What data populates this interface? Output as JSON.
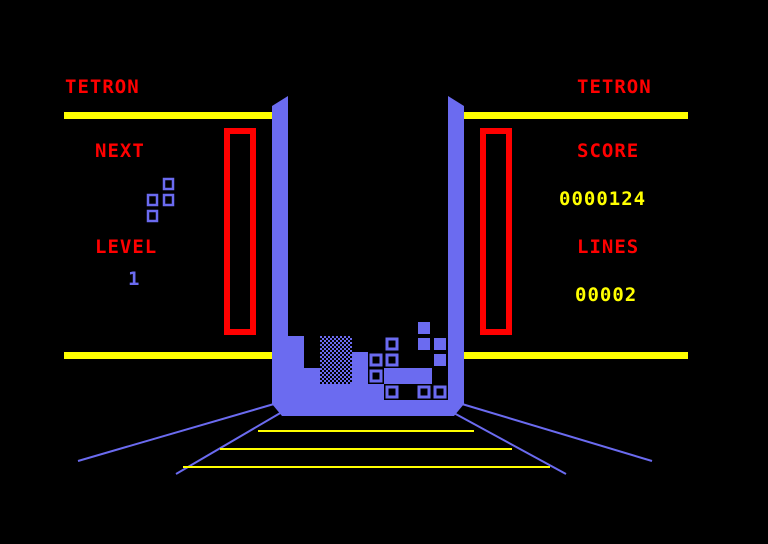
{
  "game": {
    "title_left": "TETRON",
    "title_right": "TETRON",
    "next_label": "NEXT",
    "level_label": "LEVEL",
    "level_value": "1",
    "score_label": "SCORE",
    "score_value": "0000124",
    "lines_label": "LINES",
    "lines_value": "00002"
  },
  "colors": {
    "background": "#000000",
    "accent_red": "#ff0000",
    "accent_yellow": "#ffff00",
    "well_blue": "#6b6bf0"
  }
}
